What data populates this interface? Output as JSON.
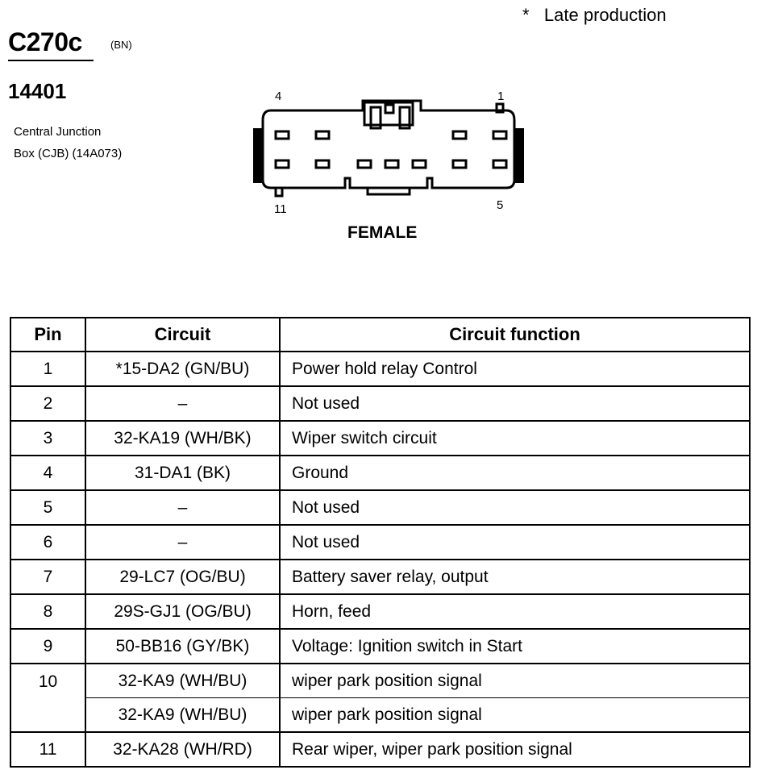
{
  "header": {
    "late_note": "*   Late production",
    "connector_id": "C270c",
    "color_code": "(BN)",
    "part_number": "14401",
    "description_line1": "Central Junction",
    "description_line2": "Box (CJB) (14A073)"
  },
  "connector": {
    "pin_label_top_left": "4",
    "pin_label_top_right": "1",
    "pin_label_bottom_left": "11",
    "pin_label_bottom_right": "5",
    "gender": "FEMALE"
  },
  "table": {
    "headers": {
      "pin": "Pin",
      "circuit": "Circuit",
      "function": "Circuit function"
    },
    "rows": [
      {
        "pin": "1",
        "circuit": "*15-DA2 (GN/BU)",
        "function": "Power hold relay Control"
      },
      {
        "pin": "2",
        "circuit": "–",
        "function": "Not used"
      },
      {
        "pin": "3",
        "circuit": "32-KA19 (WH/BK)",
        "function": "Wiper switch circuit"
      },
      {
        "pin": "4",
        "circuit": "31-DA1 (BK)",
        "function": "Ground"
      },
      {
        "pin": "5",
        "circuit": "–",
        "function": "Not used"
      },
      {
        "pin": "6",
        "circuit": "–",
        "function": "Not used"
      },
      {
        "pin": "7",
        "circuit": "29-LC7 (OG/BU)",
        "function": "Battery saver relay, output"
      },
      {
        "pin": "8",
        "circuit": "29S-GJ1 (OG/BU)",
        "function": "Horn, feed"
      },
      {
        "pin": "9",
        "circuit": "50-BB16 (GY/BK)",
        "function": "Voltage: Ignition switch in Start"
      },
      {
        "pin": "10",
        "circuit": "32-KA9 (WH/BU)",
        "function": "wiper park position signal"
      },
      {
        "pin": "",
        "circuit": "32-KA9 (WH/BU)",
        "function": "wiper park position signal"
      },
      {
        "pin": "11",
        "circuit": "32-KA28 (WH/RD)",
        "function": "Rear wiper, wiper park position signal"
      }
    ]
  }
}
